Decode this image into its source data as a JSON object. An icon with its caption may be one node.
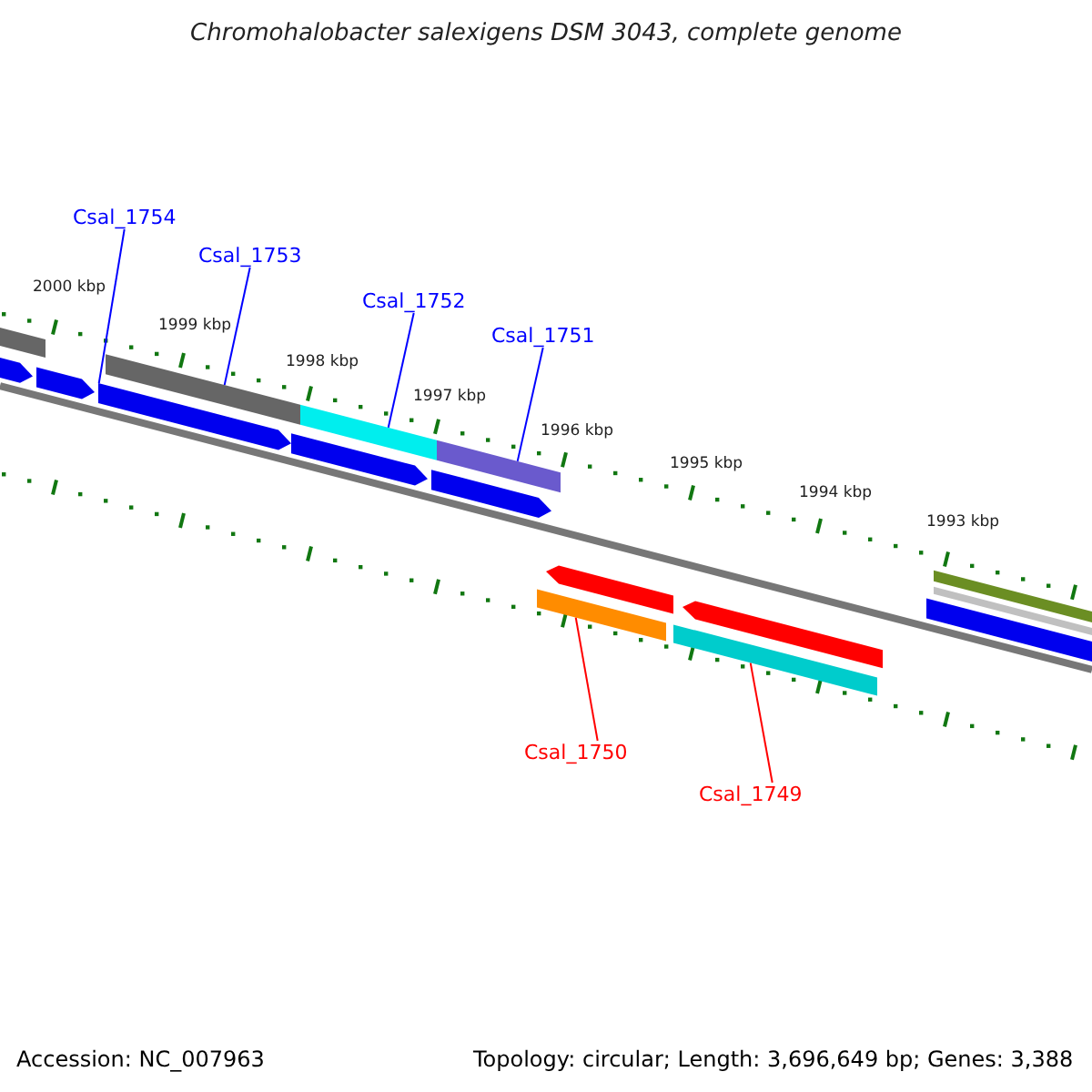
{
  "diagram": {
    "title": "Chromohalobacter salexigens DSM 3043, complete genome",
    "nodes": [
      {
        "text": [
          "Csal_1754"
        ]
      },
      {
        "text": [
          "Csal_1753"
        ]
      },
      {
        "text": [
          "Csal_1752"
        ]
      },
      {
        "text": [
          "Csal_1751"
        ]
      },
      {
        "text": [
          "Csal_1750"
        ]
      },
      {
        "text": [
          "Csal_1749"
        ]
      },
      {
        "text": [],
        "shape": "arrow"
      },
      {
        "text": [],
        "shape": "bar"
      },
      {
        "text": [],
        "shape": "bar"
      },
      {
        "text": [],
        "shape": "bar"
      },
      {
        "text": [],
        "shape": "bar"
      },
      {
        "text": [],
        "shape": "bar"
      }
    ],
    "edges": [
      {
        "from": 0,
        "to": 6,
        "arrow": "none"
      },
      {
        "from": 1,
        "to": 7,
        "arrow": "none"
      },
      {
        "from": 2,
        "to": 8,
        "arrow": "none"
      },
      {
        "from": 3,
        "to": 9,
        "arrow": "none"
      },
      {
        "from": 4,
        "to": 10,
        "arrow": "none",
        "color": "#ff0000"
      },
      {
        "from": 5,
        "to": 11,
        "arrow": "none",
        "color": "#ff0000"
      }
    ],
    "labels": [
      "2000 kbp",
      "1999 kbp",
      "1998 kbp",
      "1997 kbp",
      "1996 kbp",
      "1995 kbp",
      "1994 kbp",
      "1993 kbp",
      "Accession: NC_007963",
      "Topology: circular; Length: 3,696,649 bp; Genes: 3,388"
    ]
  }
}
